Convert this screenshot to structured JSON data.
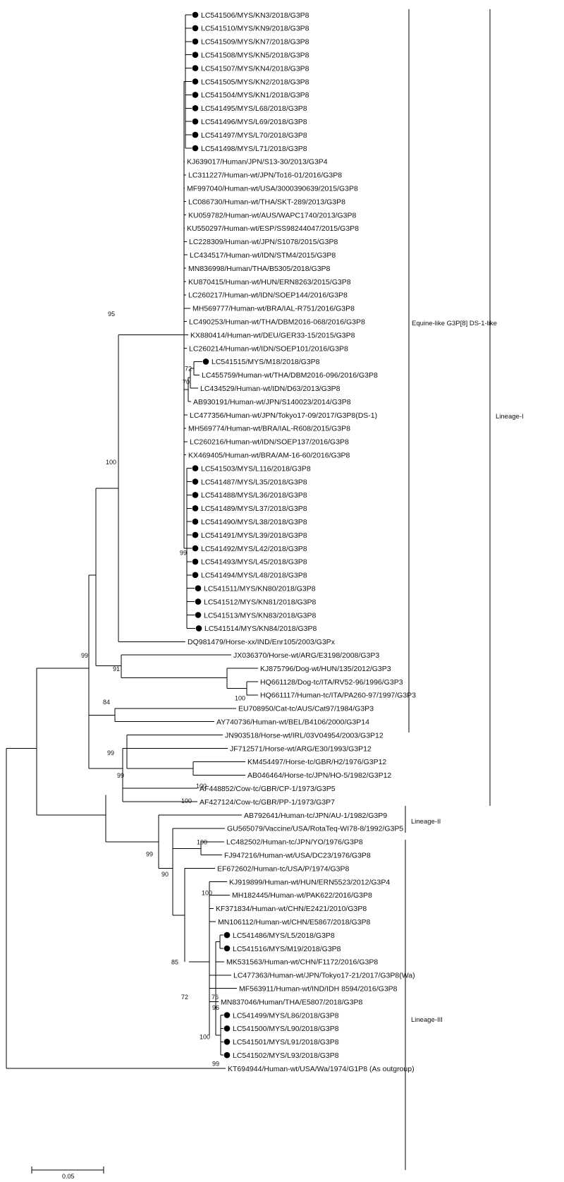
{
  "taxa": [
    {
      "label": "LC541506/MYS/KN3/2018/G3P8",
      "marked": true
    },
    {
      "label": "LC541510/MYS/KN9/2018/G3P8",
      "marked": true
    },
    {
      "label": "LC541509/MYS/KN7/2018/G3P8",
      "marked": true
    },
    {
      "label": "LC541508/MYS/KN5/2018/G3P8",
      "marked": true
    },
    {
      "label": "LC541507/MYS/KN4/2018/G3P8",
      "marked": true
    },
    {
      "label": "LC541505/MYS/KN2/2018/G3P8",
      "marked": true
    },
    {
      "label": "LC541504/MYS/KN1/2018/G3P8",
      "marked": true
    },
    {
      "label": "LC541495/MYS/L68/2018/G3P8",
      "marked": true
    },
    {
      "label": "LC541496/MYS/L69/2018/G3P8",
      "marked": true
    },
    {
      "label": "LC541497/MYS/L70/2018/G3P8",
      "marked": true
    },
    {
      "label": "LC541498/MYS/L71/2018/G3P8",
      "marked": true
    },
    {
      "label": "KJ639017/Human/JPN/S13-30/2013/G3P4",
      "marked": false
    },
    {
      "label": "LC311227/Human-wt/JPN/To16-01/2016/G3P8",
      "marked": false
    },
    {
      "label": "MF997040/Human-wt/USA/3000390639/2015/G3P8",
      "marked": false
    },
    {
      "label": "LC086730/Human-wt/THA/SKT-289/2013/G3P8",
      "marked": false
    },
    {
      "label": "KU059782/Human-wt/AUS/WAPC1740/2013/G3P8",
      "marked": false
    },
    {
      "label": "KU550297/Human-wt/ESP/SS98244047/2015/G3P8",
      "marked": false
    },
    {
      "label": "LC228309/Human-wt/JPN/S1078/2015/G3P8",
      "marked": false
    },
    {
      "label": "LC434517/Human-wt/IDN/STM4/2015/G3P8",
      "marked": false
    },
    {
      "label": "MN836998/Human/THA/B5305/2018/G3P8",
      "marked": false
    },
    {
      "label": "KU870415/Human-wt/HUN/ERN8263/2015/G3P8",
      "marked": false
    },
    {
      "label": "LC260217/Human-wt/IDN/SOEP144/2016/G3P8",
      "marked": false
    },
    {
      "label": "MH569777/Human-wt/BRA/IAL-R751/2016/G3P8",
      "marked": false
    },
    {
      "label": "LC490253/Human-wt/THA/DBM2016-068/2016/G3P8",
      "marked": false
    },
    {
      "label": "KX880414/Human-wt/DEU/GER33-15/2015/G3P8",
      "marked": false
    },
    {
      "label": "LC260214/Human-wt/IDN/SOEP101/2016/G3P8",
      "marked": false
    },
    {
      "label": "LC541515/MYS/M18/2018/G3P8",
      "marked": true
    },
    {
      "label": "LC455759/Human-wt/THA/DBM2016-096/2016/G3P8",
      "marked": false
    },
    {
      "label": "LC434529/Human-wt/IDN/D63/2013/G3P8",
      "marked": false
    },
    {
      "label": "AB930191/Human-wt/JPN/S140023/2014/G3P8",
      "marked": false
    },
    {
      "label": "LC477356/Human-wt/JPN/Tokyo17-09/2017/G3P8(DS-1)",
      "marked": false
    },
    {
      "label": "MH569774/Human-wt/BRA/IAL-R608/2015/G3P8",
      "marked": false
    },
    {
      "label": "LC260216/Human-wt/IDN/SOEP137/2016/G3P8",
      "marked": false
    },
    {
      "label": "KX469405/Human-wt/BRA/AM-16-60/2016/G3P8",
      "marked": false
    },
    {
      "label": "LC541503/MYS/L116/2018/G3P8",
      "marked": true
    },
    {
      "label": "LC541487/MYS/L35/2018/G3P8",
      "marked": true
    },
    {
      "label": "LC541488/MYS/L36/2018/G3P8",
      "marked": true
    },
    {
      "label": "LC541489/MYS/L37/2018/G3P8",
      "marked": true
    },
    {
      "label": "LC541490/MYS/L38/2018/G3P8",
      "marked": true
    },
    {
      "label": "LC541491/MYS/L39/2018/G3P8",
      "marked": true
    },
    {
      "label": "LC541492/MYS/L42/2018/G3P8",
      "marked": true
    },
    {
      "label": "LC541493/MYS/L45/2018/G3P8",
      "marked": true
    },
    {
      "label": "LC541494/MYS/L48/2018/G3P8",
      "marked": true
    },
    {
      "label": "LC541511/MYS/KN80/2018/G3P8",
      "marked": true
    },
    {
      "label": "LC541512/MYS/KN81/2018/G3P8",
      "marked": true
    },
    {
      "label": "LC541513/MYS/KN83/2018/G3P8",
      "marked": true
    },
    {
      "label": "LC541514/MYS/KN84/2018/G3P8",
      "marked": true
    },
    {
      "label": "DQ981479/Horse-xx/IND/Enr105/2003/G3Px",
      "marked": false
    },
    {
      "label": "JX036370/Horse-wt/ARG/E3198/2008/G3P3",
      "marked": false
    },
    {
      "label": "KJ875796/Dog-wt/HUN/135/2012/G3P3",
      "marked": false
    },
    {
      "label": "HQ661128/Dog-tc/ITA/RV52-96/1996/G3P3",
      "marked": false
    },
    {
      "label": "HQ661117/Human-tc/ITA/PA260-97/1997/G3P3",
      "marked": false
    },
    {
      "label": "EU708950/Cat-tc/AUS/Cat97/1984/G3P3",
      "marked": false
    },
    {
      "label": "AY740736/Human-wt/BEL/B4106/2000/G3P14",
      "marked": false
    },
    {
      "label": "JN903518/Horse-wt/IRL/03V04954/2003/G3P12",
      "marked": false
    },
    {
      "label": "JF712571/Horse-wt/ARG/E30/1993/G3P12",
      "marked": false
    },
    {
      "label": "KM454497/Horse-tc/GBR/H2/1976/G3P12",
      "marked": false
    },
    {
      "label": "AB046464/Horse-tc/JPN/HO-5/1982/G3P12",
      "marked": false
    },
    {
      "label": "AF448852/Cow-tc/GBR/CP-1/1973/G3P5",
      "marked": false
    },
    {
      "label": "AF427124/Cow-tc/GBR/PP-1/1973/G3P7",
      "marked": false
    },
    {
      "label": "AB792641/Human-tc/JPN/AU-1/1982/G3P9",
      "marked": false
    },
    {
      "label": "GU565079/Vaccine/USA/RotaTeq-WI78-8/1992/G3P5",
      "marked": false
    },
    {
      "label": "LC482502/Human-tc/JPN/YO/1976/G3P8",
      "marked": false
    },
    {
      "label": "FJ947216/Human-wt/USA/DC23/1976/G3P8",
      "marked": false
    },
    {
      "label": "EF672602/Human-tc/USA/P/1974/G3P8",
      "marked": false
    },
    {
      "label": "KJ919899/Human-wt/HUN/ERN5523/2012/G3P4",
      "marked": false
    },
    {
      "label": "MH182445/Human-wt/PAK622/2016/G3P8",
      "marked": false
    },
    {
      "label": "KF371834/Human-wt/CHN/E2421/2010/G3P8",
      "marked": false
    },
    {
      "label": "MN106112/Human-wt/CHN/E5867/2018/G3P8",
      "marked": false
    },
    {
      "label": "LC541486/MYS/L5/2018/G3P8",
      "marked": true
    },
    {
      "label": "LC541516/MYS/M19/2018/G3P8",
      "marked": true
    },
    {
      "label": "MK531563/Human-wt/CHN/F1172/2016/G3P8",
      "marked": false
    },
    {
      "label": "LC477363/Human-wt/JPN/Tokyo17-21/2017/G3P8(Wa)",
      "marked": false
    },
    {
      "label": "MF563911/Human-wt/IND/IDH 8594/2016/G3P8",
      "marked": false
    },
    {
      "label": "MN837046/Human/THA/E5807/2018/G3P8",
      "marked": false
    },
    {
      "label": "LC541499/MYS/L86/2018/G3P8",
      "marked": true
    },
    {
      "label": "LC541500/MYS/L90/2018/G3P8",
      "marked": true
    },
    {
      "label": "LC541501/MYS/L91/2018/G3P8",
      "marked": true
    },
    {
      "label": "LC541502/MYS/L93/2018/G3P8",
      "marked": true
    },
    {
      "label": "KT694944/Human-wt/USA/Wa/1974/G1P8 (As outgroup)",
      "marked": false
    }
  ],
  "bootstrap": [
    "72",
    "70",
    "100",
    "99",
    "95",
    "99",
    "91",
    "100",
    "84",
    "99",
    "99",
    "100",
    "100",
    "100",
    "99",
    "90",
    "100",
    "85",
    "72",
    "76",
    "96",
    "100",
    "99"
  ],
  "clades": {
    "equine_like": "Equine-like G3P[8] DS-1-like",
    "lineage_1": "Lineage-I",
    "lineage_2": "Lineage-II",
    "lineage_3": "Lineage-III"
  },
  "scale_bar": {
    "label": "0.05"
  }
}
